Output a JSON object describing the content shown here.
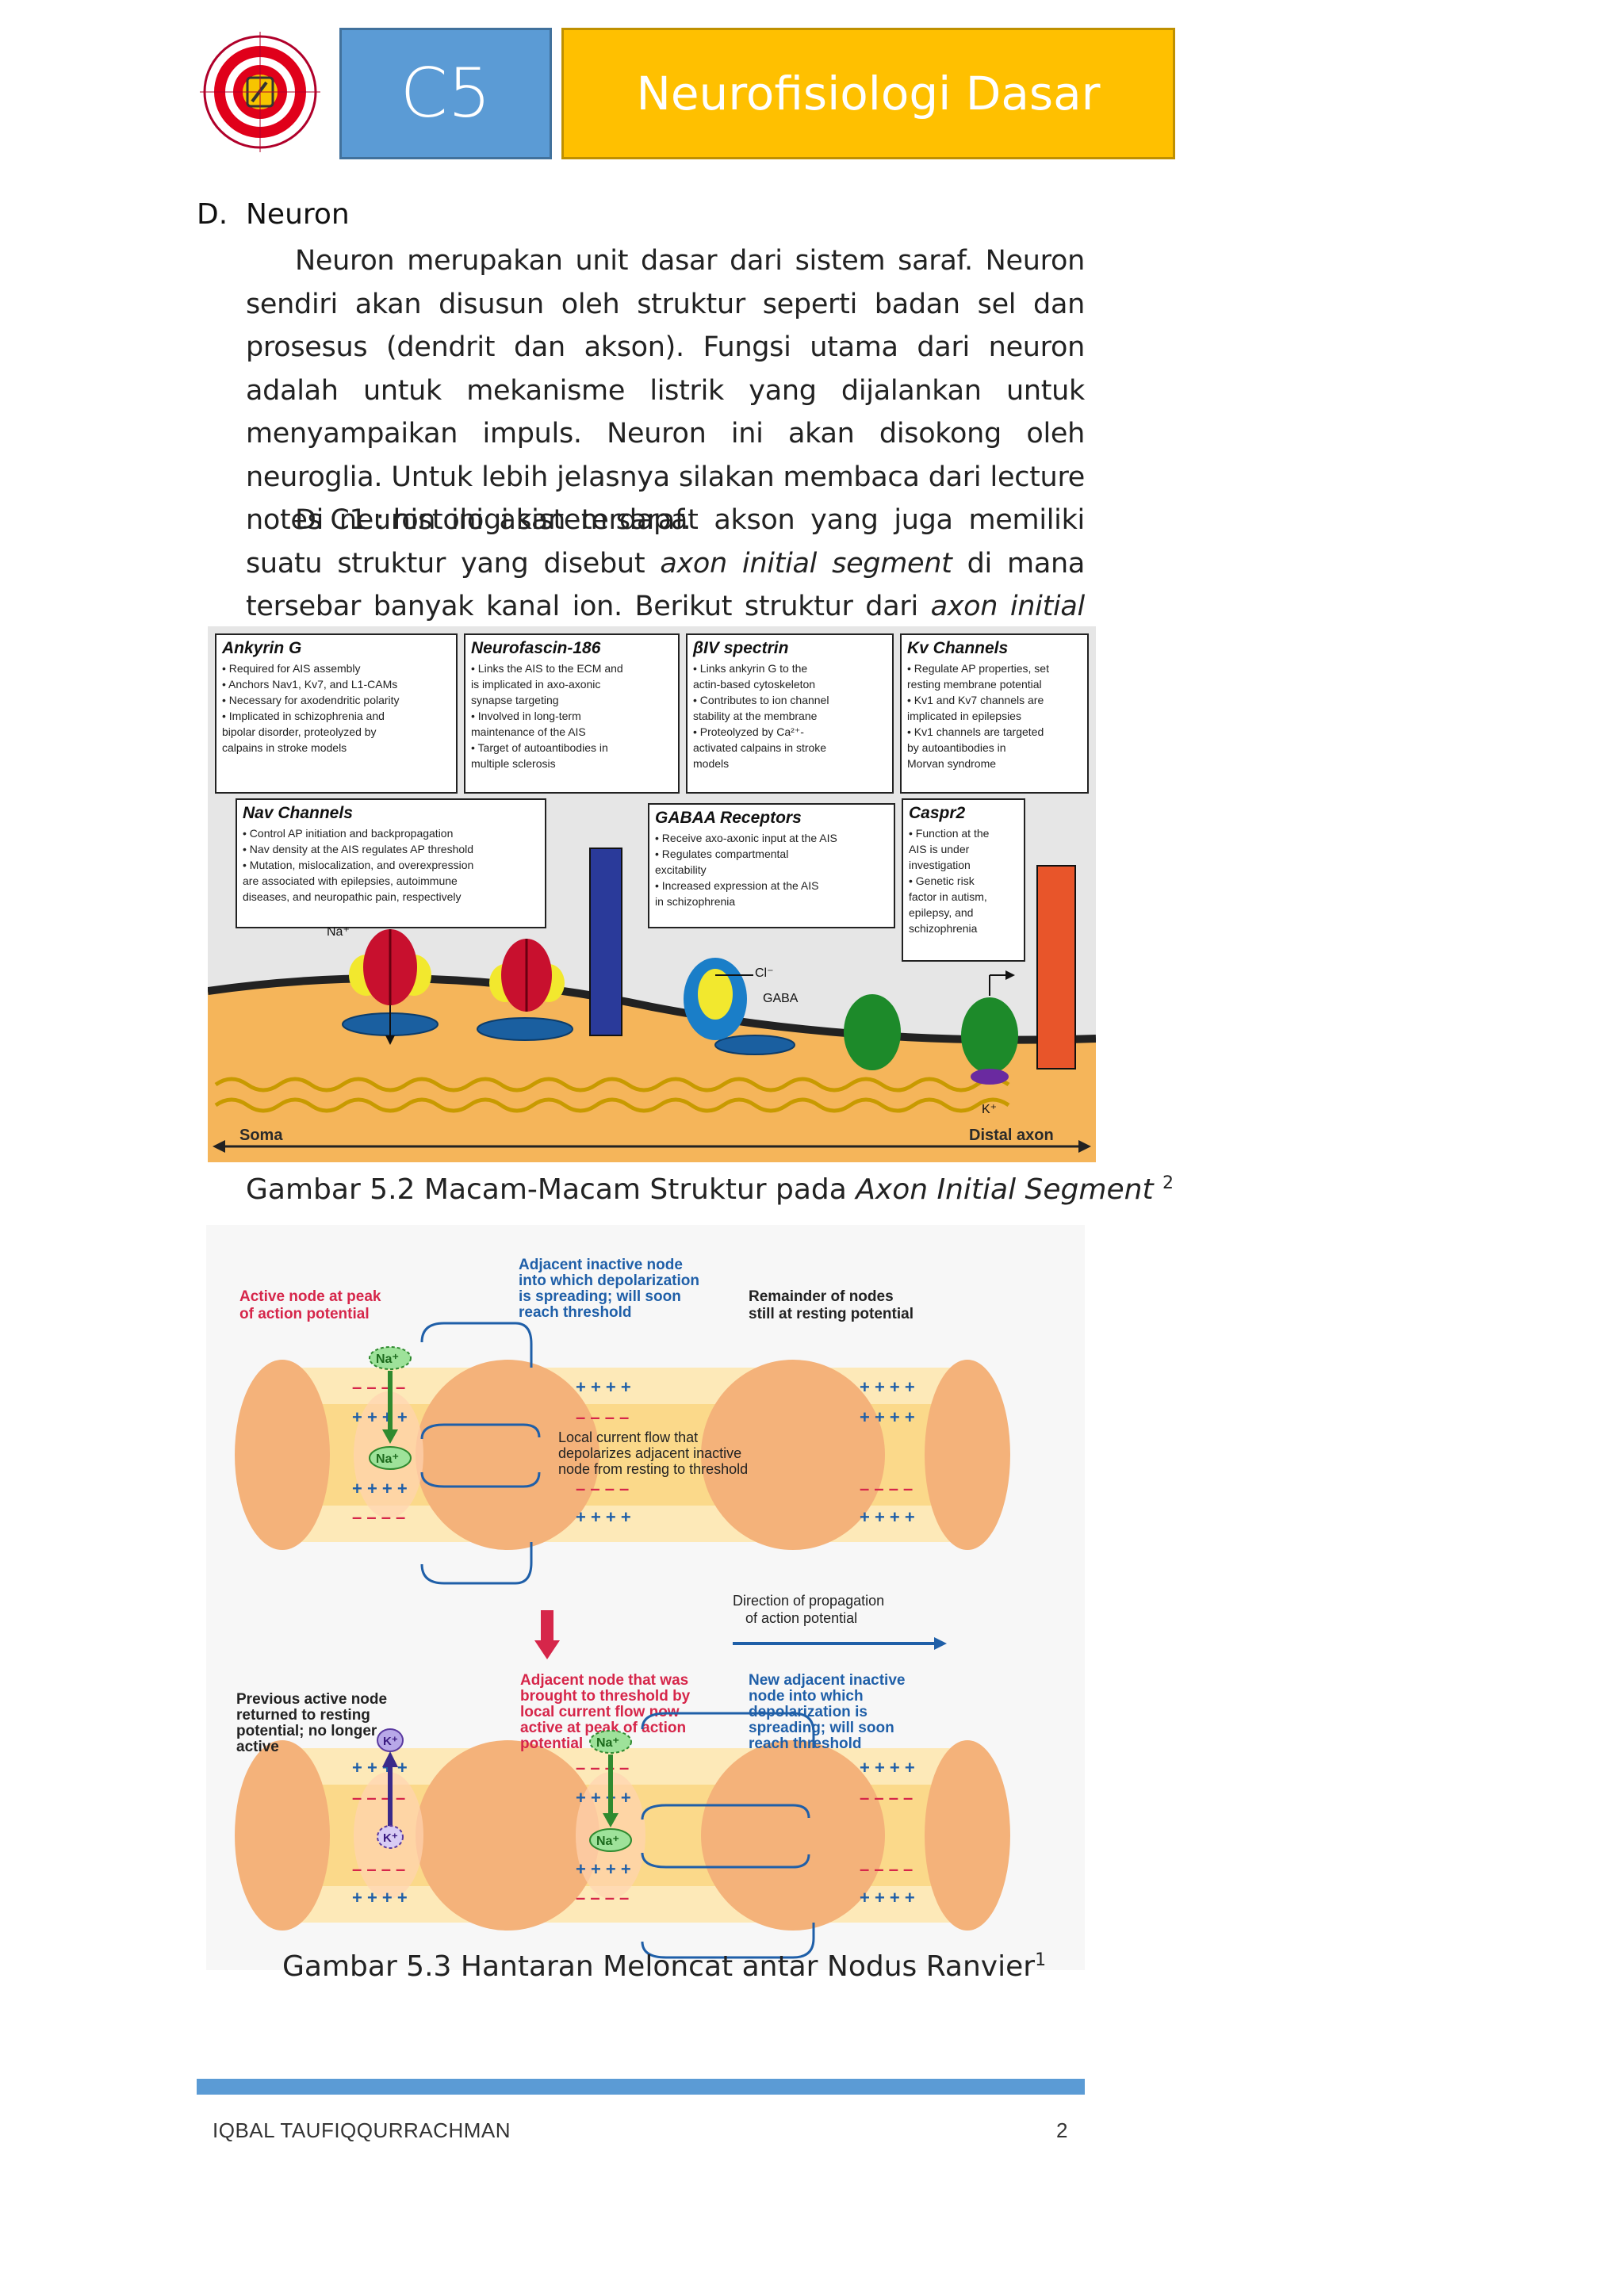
{
  "header": {
    "chapter": "C5",
    "title": "Neurofisiologi Dasar"
  },
  "section": {
    "letter": "D.",
    "title": "Neuron",
    "p1": "Neuron merupakan unit dasar dari sistem saraf. Neuron sendiri akan disusun oleh struktur seperti badan sel dan prosesus (dendrit dan akson). Fungsi utama dari neuron adalah untuk mekanisme listrik yang dijalankan untuk menyampaikan impuls. Neuron ini akan disokong oleh neuroglia. Untuk lebih jelasnya silakan membaca dari lecture notes C1 : histologi sistem saraf.",
    "p2_a": "Di neuron ini akan terdapat akson yang juga memiliki suatu struktur yang disebut ",
    "p2_em1": "axon initial segment",
    "p2_b": " di mana tersebar banyak kanal ion. Berikut struktur dari ",
    "p2_em2": "axon initial segment",
    "p2_c": " :"
  },
  "figure1": {
    "boxes": [
      {
        "title": "Ankyrin G",
        "lines": [
          "• Required for AIS assembly",
          "• Anchors Nav1, Kv7, and L1-CAMs",
          "• Necessary for axodendritic polarity",
          "• Implicated in schizophrenia and",
          "  bipolar disorder, proteolyzed by",
          "  calpains in stroke models"
        ]
      },
      {
        "title": "Neurofascin-186",
        "lines": [
          "• Links the AIS to the ECM and",
          "  is implicated in axo-axonic",
          "  synapse targeting",
          "• Involved in long-term",
          "  maintenance of the AIS",
          "• Target of autoantibodies in",
          "  multiple sclerosis"
        ]
      },
      {
        "title": "βIV spectrin",
        "lines": [
          "• Links ankyrin G to the",
          "  actin-based cytoskeleton",
          "• Contributes to ion channel",
          "  stability at the membrane",
          "• Proteolyzed by Ca²⁺-",
          "  activated calpains in stroke",
          "  models"
        ]
      },
      {
        "title": "Kv Channels",
        "lines": [
          "• Regulate AP properties, set",
          "  resting membrane potential",
          "• Kv1 and Kv7 channels are",
          "  implicated in epilepsies",
          "• Kv1 channels are targeted",
          "  by autoantibodies in",
          "  Morvan syndrome"
        ]
      },
      {
        "title": "Nav Channels",
        "lines": [
          "• Control AP initiation and backpropagation",
          "• Nav density at the AIS regulates AP threshold",
          "• Mutation, mislocalization, and overexpression",
          "  are associated with epilepsies, autoimmune",
          "  diseases, and neuropathic pain, respectively"
        ]
      },
      {
        "title": "GABAA Receptors",
        "lines": [
          "• Receive axo-axonic input at the AIS",
          "• Regulates compartmental",
          "  excitability",
          "• Increased expression at the AIS",
          "  in schizophrenia"
        ]
      },
      {
        "title": "Caspr2",
        "lines": [
          "• Function at the",
          "  AIS is under",
          "  investigation",
          "• Genetic risk",
          "  factor in autism,",
          "  epilepsy, and",
          "  schizophrenia"
        ]
      }
    ],
    "labels": {
      "na": "Na⁺",
      "cl": "Cl⁻",
      "gaba": "GABA",
      "k": "K⁺",
      "soma": "Soma",
      "distal": "Distal axon"
    },
    "caption_a": "Gambar 5.2 Macam-Macam Struktur pada ",
    "caption_em": "Axon Initial Segment",
    "caption_sup": "2"
  },
  "figure2": {
    "top_labels": {
      "active": [
        "Active node at peak",
        "of action potential"
      ],
      "adjacent": [
        "Adjacent inactive node",
        "into which depolarization",
        "is spreading; will soon",
        "reach threshold"
      ],
      "remainder": [
        "Remainder of nodes",
        "still at resting potential"
      ]
    },
    "local_current": [
      "Local current flow that",
      "depolarizes adjacent inactive",
      "node from resting to threshold"
    ],
    "direction": [
      "Direction of propagation",
      "of action potential"
    ],
    "bottom_labels": {
      "previous": [
        "Previous active node",
        "returned to resting",
        "potential; no longer",
        "active"
      ],
      "brought": [
        "Adjacent node that was",
        "brought to threshold by",
        "local current flow now",
        "active at peak of action",
        "potential"
      ],
      "new_adjacent": [
        "New adjacent inactive",
        "node into which",
        "depolarization is",
        "spreading; will soon",
        "reach threshold"
      ]
    },
    "plus": "+ + + +",
    "minus": "– – – –",
    "na": "Na⁺",
    "k": "K⁺",
    "caption": "Gambar 5.3 Hantaran Meloncat antar Nodus Ranvier",
    "caption_sup": "1"
  },
  "footer": {
    "author": "IQBAL TAUFIQQURRACHMAN",
    "page": "2"
  },
  "colors": {
    "blue": "#5b9bd5",
    "gold": "#ffc000",
    "red_label": "#d6264a",
    "blue_label": "#1f5fa8"
  }
}
